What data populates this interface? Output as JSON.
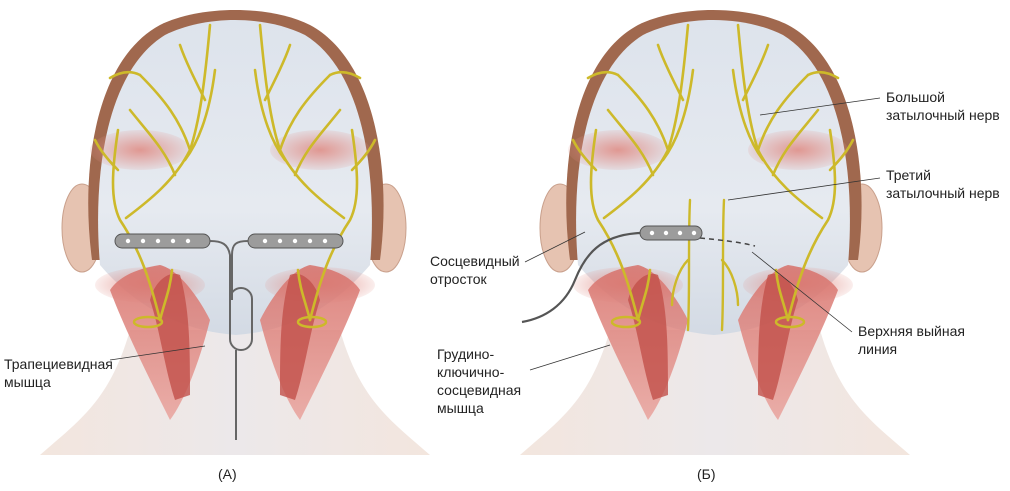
{
  "panels": [
    {
      "caption": "(А)"
    },
    {
      "caption": "(Б)"
    }
  ],
  "labels": {
    "trapezius": "Трапециевидная\nмышца",
    "mastoid": "Сосцевидный\nотросток",
    "scm": "Грудино-\nключично-\nсосцевидная\nмышца",
    "gon": "Большой\nзатылочный нерв",
    "ton": "Третий\nзатылочный нерв",
    "nuchal": "Верхняя выйная\nлиния"
  },
  "colors": {
    "skin": "#e9d2c2",
    "hair": "#a0684e",
    "scalp": "#e4e8ef",
    "muscle": "#c9605a",
    "nerve": "#d8c632",
    "electrode": "#8a8a8a"
  }
}
